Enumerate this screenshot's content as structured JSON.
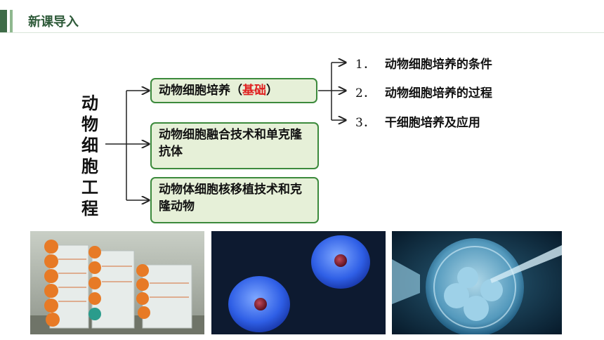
{
  "header": {
    "title": "新课导入"
  },
  "main_topic": [
    "动",
    "物",
    "细",
    "胞",
    "工",
    "程"
  ],
  "boxes": {
    "culture_prefix": "动物细胞培养（",
    "culture_accent": "基础",
    "culture_suffix": "）",
    "fusion": "动物细胞融合技术和单克隆抗体",
    "nuclear": "动物体细胞核移植技术和克隆动物"
  },
  "sub_items": [
    {
      "num": "1．",
      "text": "动物细胞培养的条件"
    },
    {
      "num": "2．",
      "text": "动物细胞培养的过程"
    },
    {
      "num": "3．",
      "text": "干细胞培养及应用"
    }
  ],
  "colors": {
    "accent": "#e02020",
    "box_border": "#3c8a3c",
    "box_fill": "#e6f0d8",
    "header": "#2f5b3a"
  },
  "photos": [
    "culture-flasks-photo",
    "blue-cells-photo",
    "microinjection-photo"
  ]
}
